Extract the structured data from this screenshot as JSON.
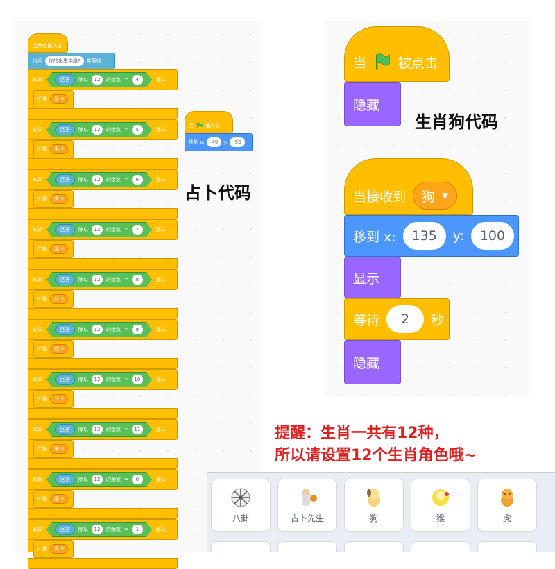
{
  "captions": {
    "dog_code": "生肖狗代码",
    "divination_code": "占卜代码",
    "reminder_line1": "提醒：生肖一共有12种，",
    "reminder_line2": "所以请设置12个生肖角色哦~"
  },
  "left_script": {
    "hat": "当角色被点击",
    "ask": {
      "label": "询问",
      "question": "你的出生年是?",
      "tail": "并等待"
    },
    "if_label": "如果",
    "answer": "回答",
    "mod_label": "除以",
    "mod_value": "12",
    "remainder": "的余数",
    "eq": "=",
    "then_label": "那么",
    "broadcast_label": "广播",
    "rows": [
      {
        "rem": "4",
        "msg": "鼠"
      },
      {
        "rem": "5",
        "msg": "牛"
      },
      {
        "rem": "6",
        "msg": "虎"
      },
      {
        "rem": "7",
        "msg": "兔"
      },
      {
        "rem": "8",
        "msg": "龙"
      },
      {
        "rem": "9",
        "msg": "蛇"
      },
      {
        "rem": "10",
        "msg": "马"
      },
      {
        "rem": "11",
        "msg": "羊"
      },
      {
        "rem": "0",
        "msg": "猴"
      },
      {
        "rem": "1",
        "msg": "鸡"
      }
    ]
  },
  "small_script": {
    "hat_pre": "当",
    "hat_post": "被点击",
    "goto_label": "移到 x:",
    "x": "-49",
    "y_label": "y:",
    "y": "-55"
  },
  "dog_script1": {
    "hat_pre": "当",
    "hat_post": "被点击",
    "hide": "隐藏"
  },
  "dog_script2": {
    "hat": "当接收到",
    "msg": "狗",
    "goto_label": "移到 x:",
    "x": "135",
    "y_label": "y:",
    "y": "100",
    "show": "显示",
    "wait_label": "等待",
    "wait_value": "2",
    "wait_unit": "秒",
    "hide": "隐藏"
  },
  "sprites": [
    {
      "name": "八卦"
    },
    {
      "name": "占卜先生"
    },
    {
      "name": "狗"
    },
    {
      "name": "猴"
    },
    {
      "name": "虎"
    }
  ],
  "colors": {
    "control": "#ffbf00",
    "motion": "#4c97ff",
    "looks": "#9966ff",
    "sensing": "#5cb1d6",
    "operator": "#59c059",
    "flag": "#4cbf56",
    "reminder": "#e02020"
  }
}
